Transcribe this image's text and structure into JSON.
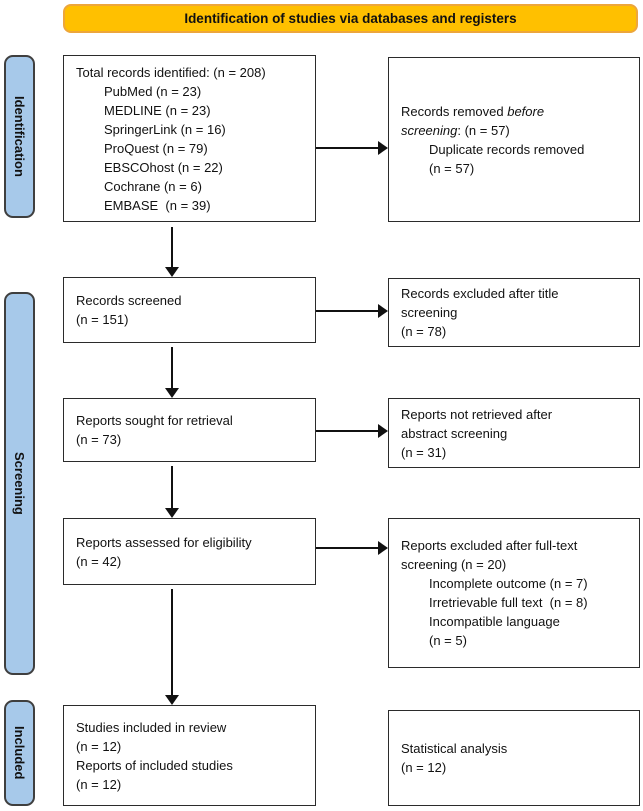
{
  "colors": {
    "banner_bg": "#FFC000",
    "banner_border": "#EDA63B",
    "sidebar_bg": "#A7C9EA",
    "sidebar_border": "#3F3F3F",
    "box_border": "#2B2B2B",
    "ink": "#111111"
  },
  "banner": {
    "title": "Identification of studies via databases and registers"
  },
  "stages": [
    {
      "label": "Identification"
    },
    {
      "label": "Screening"
    },
    {
      "label": "Included"
    }
  ],
  "boxes": {
    "identified": {
      "lines": [
        "Total records identified: (n = 208)"
      ],
      "sub": [
        "PubMed (n = 23)",
        "MEDLINE (n = 23)",
        "SpringerLink (n = 16)",
        "ProQuest (n = 79)",
        "EBSCOhost (n = 22)",
        "Cochrane (n = 6)",
        "EMBASE  (n = 39)"
      ]
    },
    "removed": {
      "l1_normal": "Records removed ",
      "l1_italic": "before",
      "l2_italic": "screening",
      "l2_normal": ": (n = 57)",
      "sub": [
        "Duplicate records removed",
        "(n = 57)"
      ]
    },
    "screened": {
      "lines": [
        "Records screened",
        "(n = 151)"
      ]
    },
    "excluded_title": {
      "lines": [
        "Records excluded after title",
        "screening",
        "(n = 78)"
      ]
    },
    "sought": {
      "lines": [
        "Reports sought for retrieval",
        "(n = 73)"
      ]
    },
    "not_retrieved": {
      "lines": [
        "Reports not retrieved after",
        "abstract screening",
        "(n = 31)"
      ]
    },
    "assessed": {
      "lines": [
        "Reports assessed for eligibility",
        "(n = 42)"
      ]
    },
    "excluded_fulltext": {
      "lines": [
        "Reports excluded after full-text",
        "screening (n = 20)"
      ],
      "sub": [
        "Incomplete outcome (n = 7)",
        "Irretrievable full text  (n = 8)",
        "Incompatible language",
        "(n = 5)"
      ]
    },
    "included": {
      "lines": [
        "Studies included in review",
        "(n = 12)",
        "Reports of included studies",
        "(n = 12)"
      ]
    },
    "statistical": {
      "lines": [
        "Statistical analysis",
        "(n = 12)"
      ]
    }
  }
}
